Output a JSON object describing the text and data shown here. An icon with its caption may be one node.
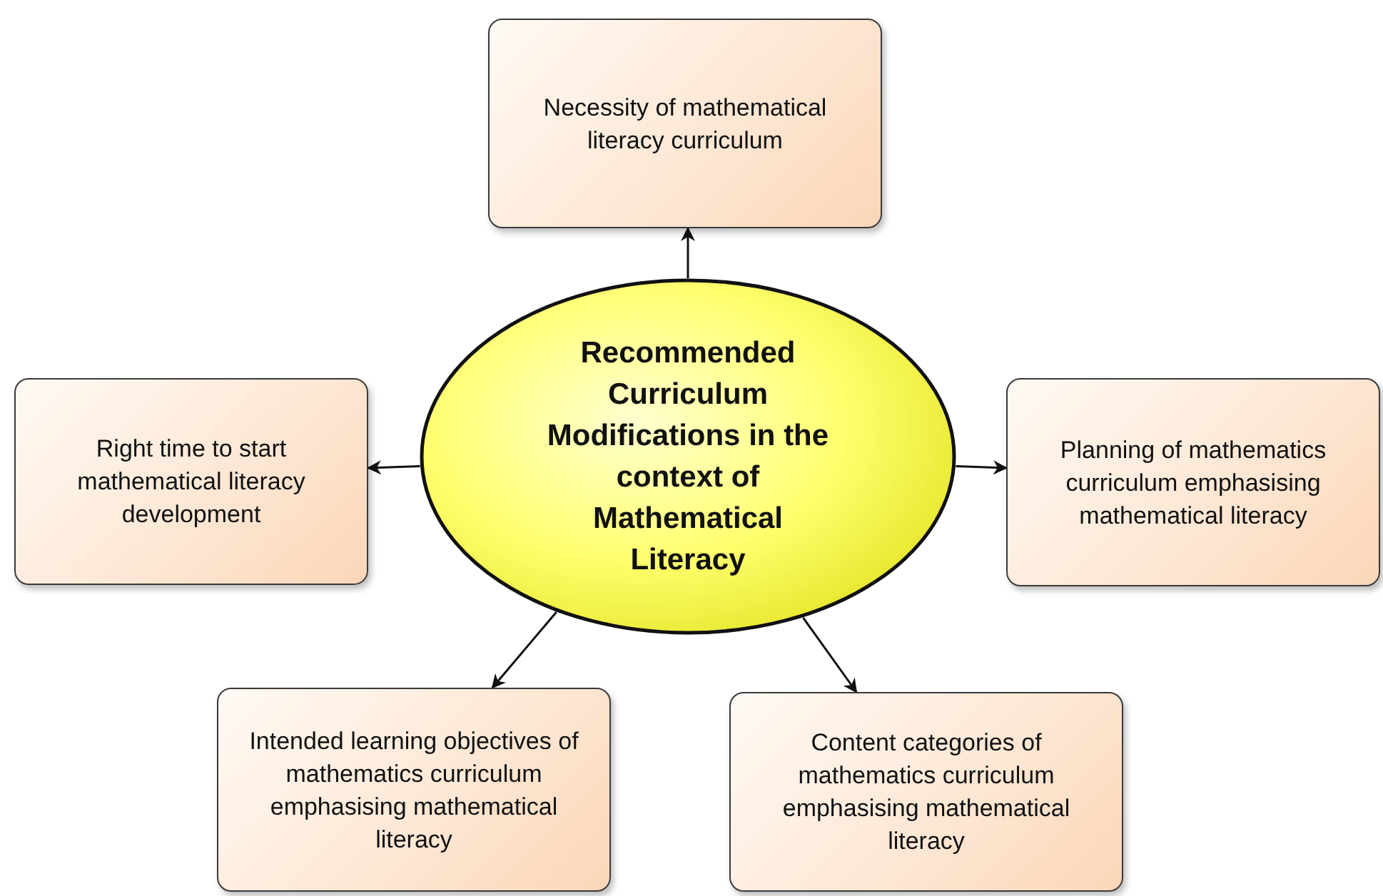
{
  "diagram": {
    "nodes": [
      {
        "text": [
          "Recommended Curriculum Modifications in the context of Mathematical Literacy"
        ]
      },
      {
        "text": [
          "Necessity of mathematical literacy curriculum"
        ]
      },
      {
        "text": [
          "Right time to start mathematical literacy development"
        ]
      },
      {
        "text": [
          "Planning of mathematics curriculum emphasising mathematical literacy"
        ]
      },
      {
        "text": [
          "Intended learning objectives of mathematics curriculum emphasising mathematical literacy"
        ]
      },
      {
        "text": [
          "Content categories of mathematics curriculum emphasising mathematical literacy"
        ]
      }
    ],
    "edges": [
      {
        "from": 0,
        "to": 1,
        "arrow": "to"
      },
      {
        "from": 0,
        "to": 2,
        "arrow": "to"
      },
      {
        "from": 0,
        "to": 3,
        "arrow": "to"
      },
      {
        "from": 0,
        "to": 4,
        "arrow": "to"
      },
      {
        "from": 0,
        "to": 5,
        "arrow": "to"
      }
    ]
  }
}
